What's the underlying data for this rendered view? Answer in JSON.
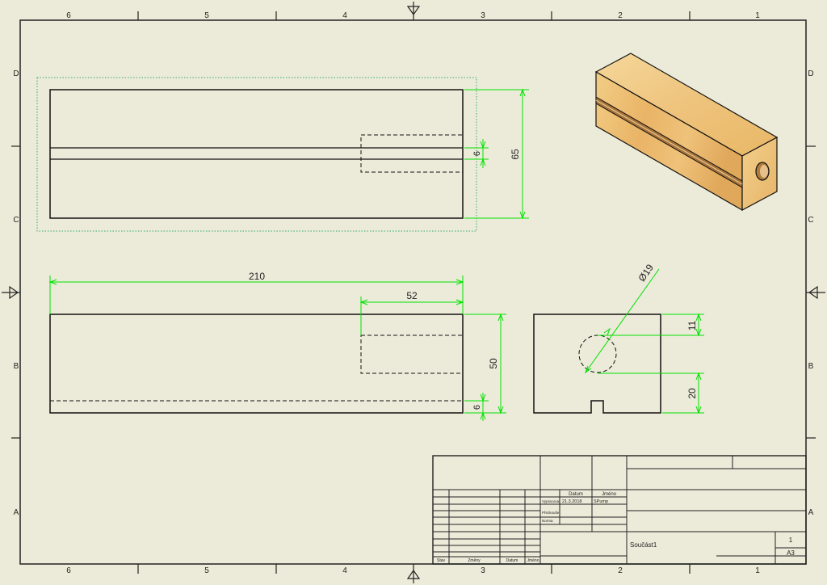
{
  "sheet": {
    "zones_top": [
      "6",
      "5",
      "4",
      "3",
      "2",
      "1"
    ],
    "zones_side": [
      "D",
      "C",
      "B",
      "A"
    ]
  },
  "dimensions": {
    "top_view": {
      "slot_width": "6",
      "height": "65"
    },
    "front_view": {
      "length": "210",
      "hole_depth": "52",
      "height": "50",
      "slot_depth": "6"
    },
    "side_view": {
      "hole_diameter": "Ø19",
      "hole_from_top": "11",
      "hole_from_bottom": "20"
    }
  },
  "title_block": {
    "date_header": "Datum",
    "name_header": "Jméno",
    "drawn_label": "Vypracoval",
    "drawn_date": "21.3.2018",
    "drawn_name": "SPump",
    "checked_label": "Přezkoušel",
    "norm_label": "Norma",
    "col_state": "Stav",
    "col_changes": "Změny",
    "col_date": "Datum",
    "col_name": "Jméno",
    "part_name": "Součást1",
    "sheet_number": "1",
    "sheet_format": "A3"
  },
  "colors": {
    "background": "#ecebd9",
    "line": "#1a1a1a",
    "dimension": "#00e000",
    "hidden": "#1a1a1a",
    "wood_light": "#f0cf8c",
    "wood_mid": "#e3b46c",
    "wood_dark": "#c98f45"
  }
}
